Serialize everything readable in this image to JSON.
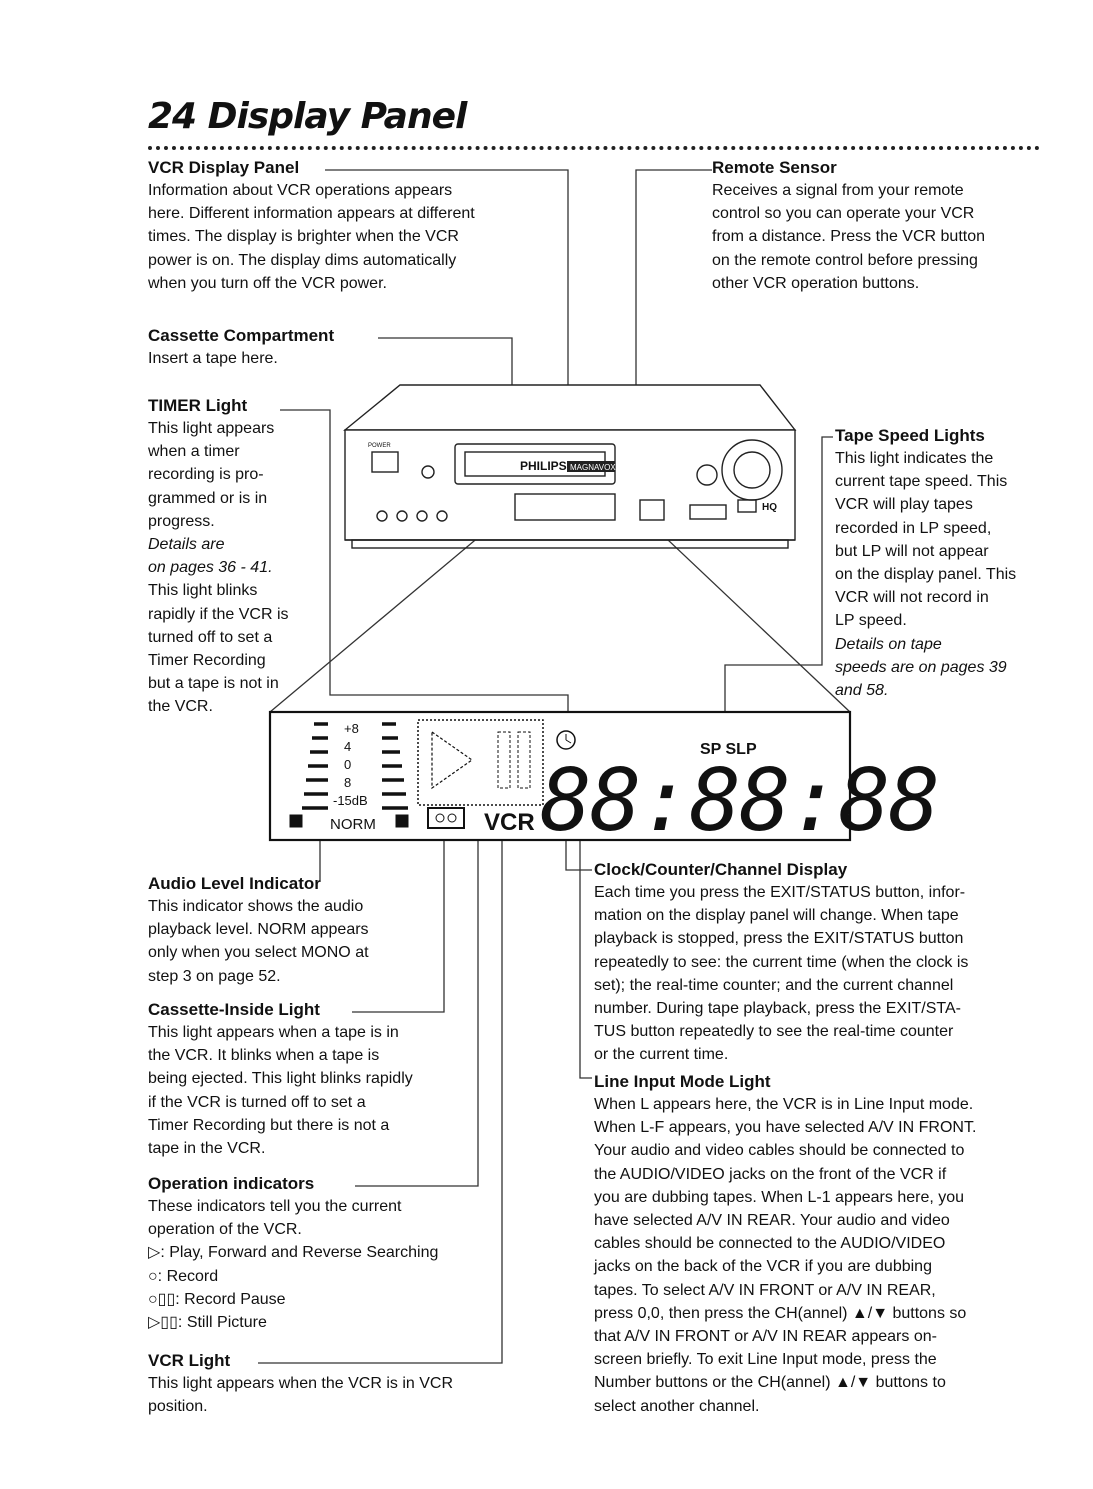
{
  "page": {
    "title": "24 Display Panel"
  },
  "sections": {
    "vcr_display_panel": {
      "heading": "VCR Display Panel",
      "body": "Information about VCR operations appears\nhere. Different information appears at different\ntimes. The display is brighter when the VCR\npower is on. The display dims automatically\nwhen you turn off the VCR power."
    },
    "remote_sensor": {
      "heading": "Remote Sensor",
      "body": "Receives a signal from your remote\ncontrol so you can operate your VCR\nfrom a distance. Press the VCR button\non the remote control before pressing\nother VCR operation buttons."
    },
    "cassette_compartment": {
      "heading": "Cassette Compartment",
      "body": "Insert a tape here."
    },
    "timer_light": {
      "heading": "TIMER Light",
      "body_a": "This light appears\nwhen a timer\nrecording is pro-\ngrammed or is in\nprogress.",
      "body_italic": "Details are\non pages 36 - 41.",
      "body_b": "This light blinks\nrapidly if the VCR is\nturned off to set a\nTimer Recording\nbut a tape is not in\nthe VCR."
    },
    "tape_speed_lights": {
      "heading": "Tape Speed Lights",
      "body_a": "This light indicates the\ncurrent tape speed. This\nVCR will play tapes\nrecorded in LP speed,\nbut LP will not appear\non the display panel. This\nVCR will not record in\nLP speed.",
      "body_italic": "Details on tape\nspeeds are on pages 39\nand 58."
    },
    "audio_level_indicator": {
      "heading": "Audio Level Indicator",
      "body": "This indicator shows the audio\nplayback level. NORM appears\nonly when you select MONO at\nstep 3 on page 52."
    },
    "cassette_inside_light": {
      "heading": "Cassette-Inside Light",
      "body": "This light appears when a tape is in\nthe VCR. It blinks when a tape is\nbeing ejected. This light blinks rapidly\nif the VCR is turned off to set a\nTimer Recording but there is not a\ntape in the VCR."
    },
    "operation_indicators": {
      "heading": "Operation indicators",
      "body": "These indicators tell you the current\noperation of the VCR.",
      "items": [
        {
          "symbol": "▷",
          "text": ": Play, Forward and Reverse Searching"
        },
        {
          "symbol": "○",
          "text": ": Record"
        },
        {
          "symbol": "○▯▯",
          "text": ": Record Pause"
        },
        {
          "symbol": "▷▯▯",
          "text": ": Still Picture"
        }
      ]
    },
    "vcr_light": {
      "heading": "VCR Light",
      "body": "This light appears when the VCR is in VCR\nposition."
    },
    "clock_counter_channel_display": {
      "heading": "Clock/Counter/Channel Display",
      "body": "Each time you press the EXIT/STATUS button, infor-\nmation on the display panel will change. When tape\nplayback is stopped, press the EXIT/STATUS button\nrepeatedly to see: the current time (when the clock is\nset); the real-time counter; and the current channel\nnumber. During tape playback, press the EXIT/STA-\nTUS button repeatedly to see the real-time counter\nor the current time."
    },
    "line_input_mode_light": {
      "heading": "Line Input Mode Light",
      "body": "When L appears here, the VCR is in Line Input mode.\nWhen L-F appears, you have selected A/V IN FRONT.\nYour audio and video cables should be connected to\nthe AUDIO/VIDEO jacks on the front of the VCR if\nyou are dubbing tapes. When L-1 appears here, you\nhave selected A/V IN REAR. Your audio and video\ncables should be connected to the AUDIO/VIDEO\njacks on the back of the VCR if you are dubbing\ntapes. To select A/V IN FRONT or A/V IN REAR,\npress 0,0, then press the CH(annel) ▲/▼ buttons so\nthat A/V IN FRONT or A/V IN REAR appears on-\nscreen briefly. To exit Line Input mode, press the\nNumber buttons or the CH(annel) ▲/▼ buttons to\nselect another channel."
    }
  },
  "vcr_illustration": {
    "brand": "PHILIPS",
    "brand2": "MAGNAVOX",
    "quality": "HQ",
    "power_label": "POWER"
  },
  "display_panel": {
    "level_marks": [
      "+8",
      "4",
      "0",
      "8",
      "-15dB"
    ],
    "norm": "NORM",
    "vcr": "VCR",
    "speed": "SP SLP",
    "digits": "88:88:88"
  }
}
